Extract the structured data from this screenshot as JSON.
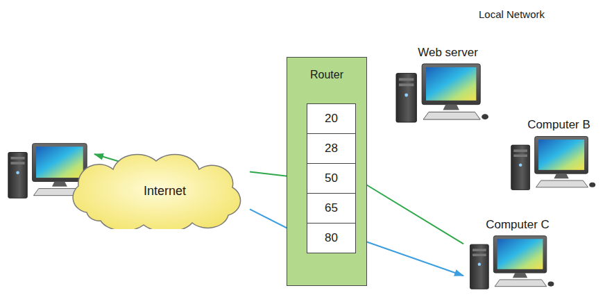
{
  "diagram": {
    "nodes": [
      {
        "text": [
          "Router"
        ]
      },
      {
        "text": [
          "20"
        ],
        "in": 0
      },
      {
        "text": [
          "28"
        ],
        "in": 0
      },
      {
        "text": [
          "50"
        ],
        "in": 0
      },
      {
        "text": [
          "65"
        ],
        "in": 0
      },
      {
        "text": [
          "80"
        ],
        "in": 0
      },
      {
        "text": [
          "Internet"
        ]
      },
      {
        "text": [
          "Web server"
        ]
      },
      {
        "text": [
          "Computer B"
        ]
      },
      {
        "text": [
          "Computer C"
        ]
      }
    ],
    "edges": [
      {
        "from": 9,
        "to": 3,
        "arrow": "to"
      },
      {
        "from": 5,
        "to": 9,
        "arrow": "to"
      },
      {
        "from": 3,
        "to": 6,
        "arrow": "none"
      },
      {
        "from": 6,
        "to": 5,
        "arrow": "to"
      }
    ],
    "labels": [
      "Local Network"
    ]
  }
}
